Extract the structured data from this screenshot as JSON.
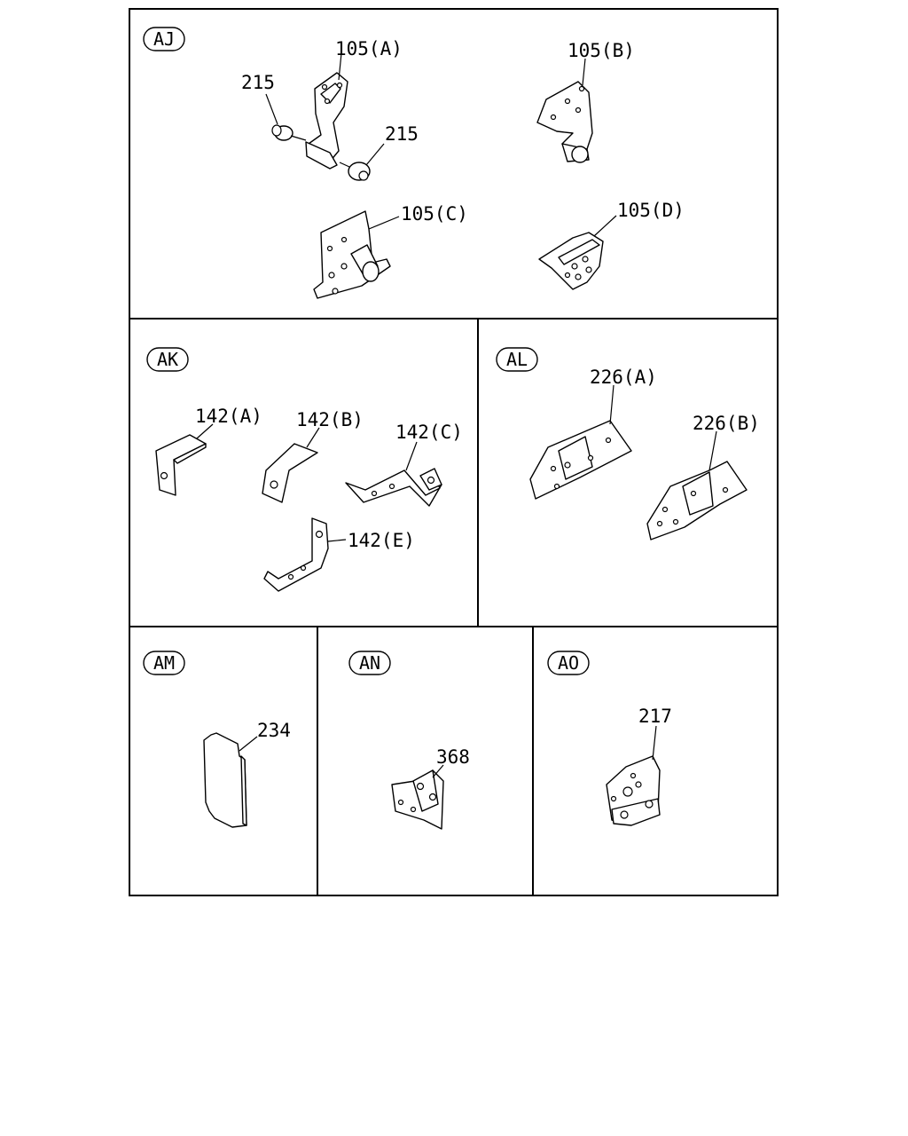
{
  "sections": {
    "aj": {
      "code": "AJ",
      "labels": {
        "p105a": "105(A)",
        "p105b": "105(B)",
        "p105c": "105(C)",
        "p105d": "105(D)",
        "p215a": "215",
        "p215b": "215"
      }
    },
    "ak": {
      "code": "AK",
      "labels": {
        "p142a": "142(A)",
        "p142b": "142(B)",
        "p142c": "142(C)",
        "p142e": "142(E)"
      }
    },
    "al": {
      "code": "AL",
      "labels": {
        "p226a": "226(A)",
        "p226b": "226(B)"
      }
    },
    "am": {
      "code": "AM",
      "labels": {
        "p234": "234"
      }
    },
    "an": {
      "code": "AN",
      "labels": {
        "p368": "368"
      }
    },
    "ao": {
      "code": "AO",
      "labels": {
        "p217": "217"
      }
    }
  },
  "colors": {
    "line": "#000000",
    "background": "#ffffff"
  }
}
